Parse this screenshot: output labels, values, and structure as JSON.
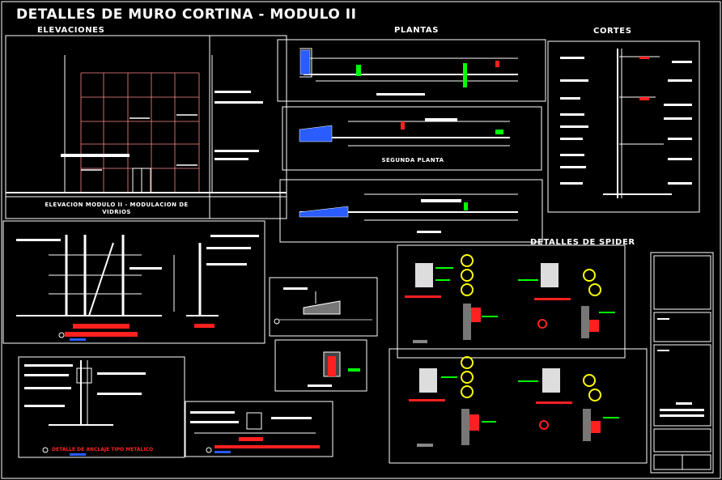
{
  "sheet": {
    "title": "DETALLES DE MURO CORTINA - MODULO II",
    "sections": {
      "elevaciones": "ELEVACIONES",
      "plantas": "PLANTAS",
      "cortes": "CORTES",
      "spider": "DETALLES DE SPIDER"
    },
    "captions": {
      "elevacion_line1": "ELEVACION MODULO II - MODULACION DE",
      "elevacion_line2": "VIDRIOS",
      "segunda_planta": "SEGUNDA PLANTA",
      "detalle_metalico": "DETALLE DE ANCLAJE TIPO METALICO"
    }
  },
  "colors": {
    "background": "#000000",
    "line": "#ffffff",
    "annotation": "#00ff00",
    "highlight": "#ff0000",
    "spider": "#ffff00",
    "glass": "#2a5cff",
    "concrete": "#bbbbbb"
  }
}
